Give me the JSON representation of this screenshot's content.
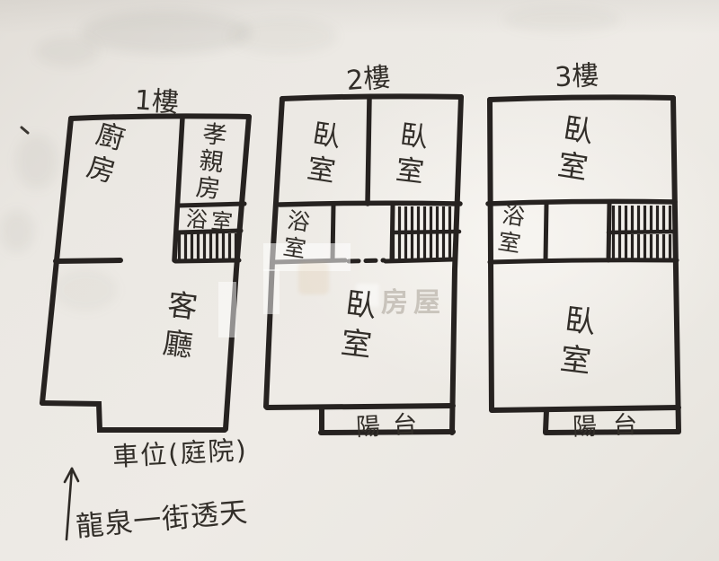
{
  "plan": {
    "type": "hand-drawn floor plan, 3-storey townhouse",
    "floors": [
      {
        "title": "1樓",
        "rooms": {
          "kitchen": "廚房",
          "parents_room": "孝親房",
          "bath": "浴室",
          "living_room": "客廳"
        },
        "outdoor": "車位(庭院)",
        "features": [
          "stairs-hatch"
        ]
      },
      {
        "title": "2樓",
        "rooms": {
          "bedroom_left": "臥室",
          "bedroom_right": "臥室",
          "bath": "浴室",
          "bedroom_main": "臥室",
          "balcony": "陽台"
        },
        "features": [
          "stairs-hatch"
        ]
      },
      {
        "title": "3樓",
        "rooms": {
          "bedroom_top": "臥室",
          "bath": "浴室",
          "bedroom_main": "臥室",
          "balcony": "陽台"
        },
        "features": [
          "stairs-hatch"
        ]
      }
    ],
    "street_annotation": {
      "text": "龍泉一街透天",
      "arrow_direction": "up"
    },
    "watermark": {
      "text": "房屋"
    },
    "colors": {
      "ink": "#262220",
      "paper": "#ebe8e3",
      "watermark_gray": "#a8a196"
    }
  }
}
